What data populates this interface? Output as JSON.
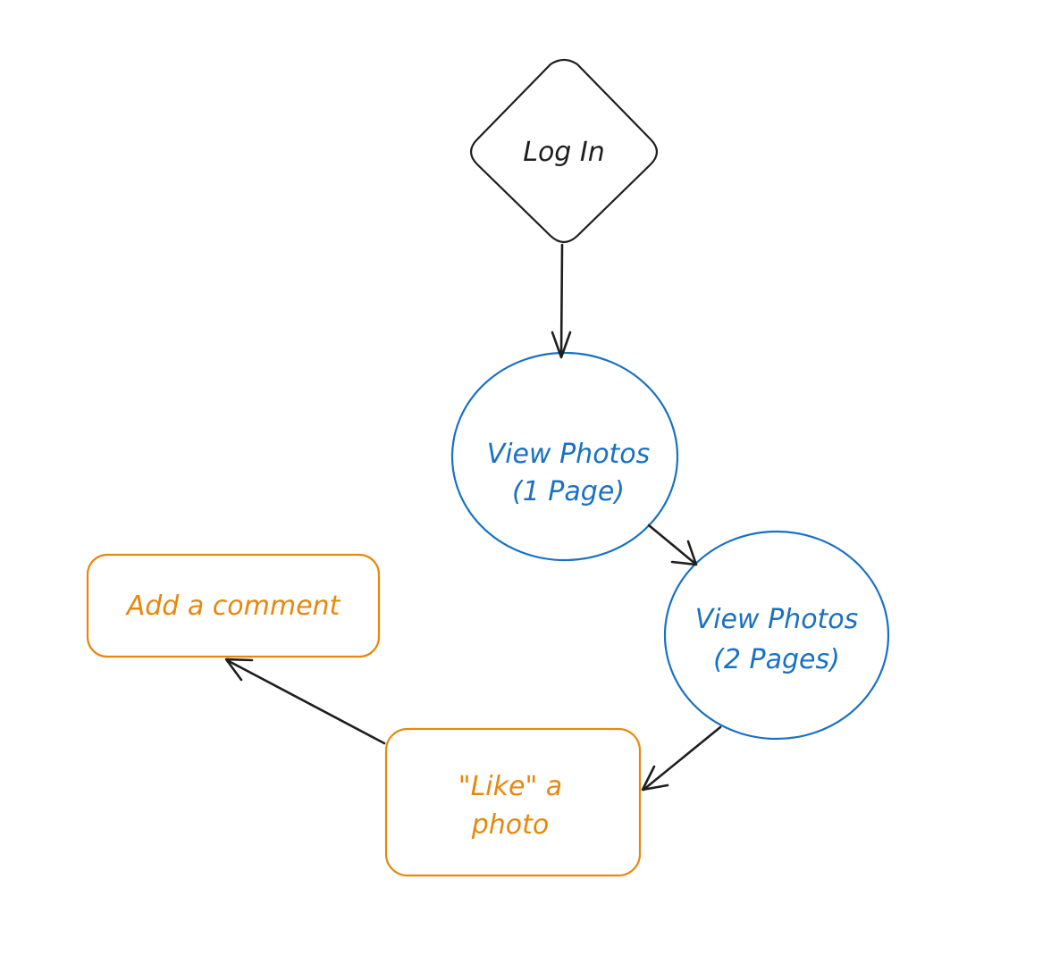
{
  "colors": {
    "black": "#1e1e1e",
    "blue": "#1971c2",
    "orange": "#e8870e",
    "background": "#ffffff"
  },
  "nodes": {
    "login": {
      "label": "Log In",
      "shape": "diamond",
      "color": "black"
    },
    "view1": {
      "label_line1": "View Photos",
      "label_line2": "(1 Page)",
      "shape": "ellipse",
      "color": "blue"
    },
    "view2": {
      "label_line1": "View Photos",
      "label_line2": "(2 Pages)",
      "shape": "ellipse",
      "color": "blue"
    },
    "like": {
      "label_line1": "\"Like\" a",
      "label_line2": "photo",
      "shape": "rounded-rectangle",
      "color": "orange"
    },
    "comment": {
      "label": "Add a comment",
      "shape": "rounded-rectangle",
      "color": "orange"
    }
  },
  "edges": [
    {
      "from": "login",
      "to": "view1"
    },
    {
      "from": "view1",
      "to": "view2"
    },
    {
      "from": "view2",
      "to": "like"
    },
    {
      "from": "like",
      "to": "comment"
    }
  ]
}
